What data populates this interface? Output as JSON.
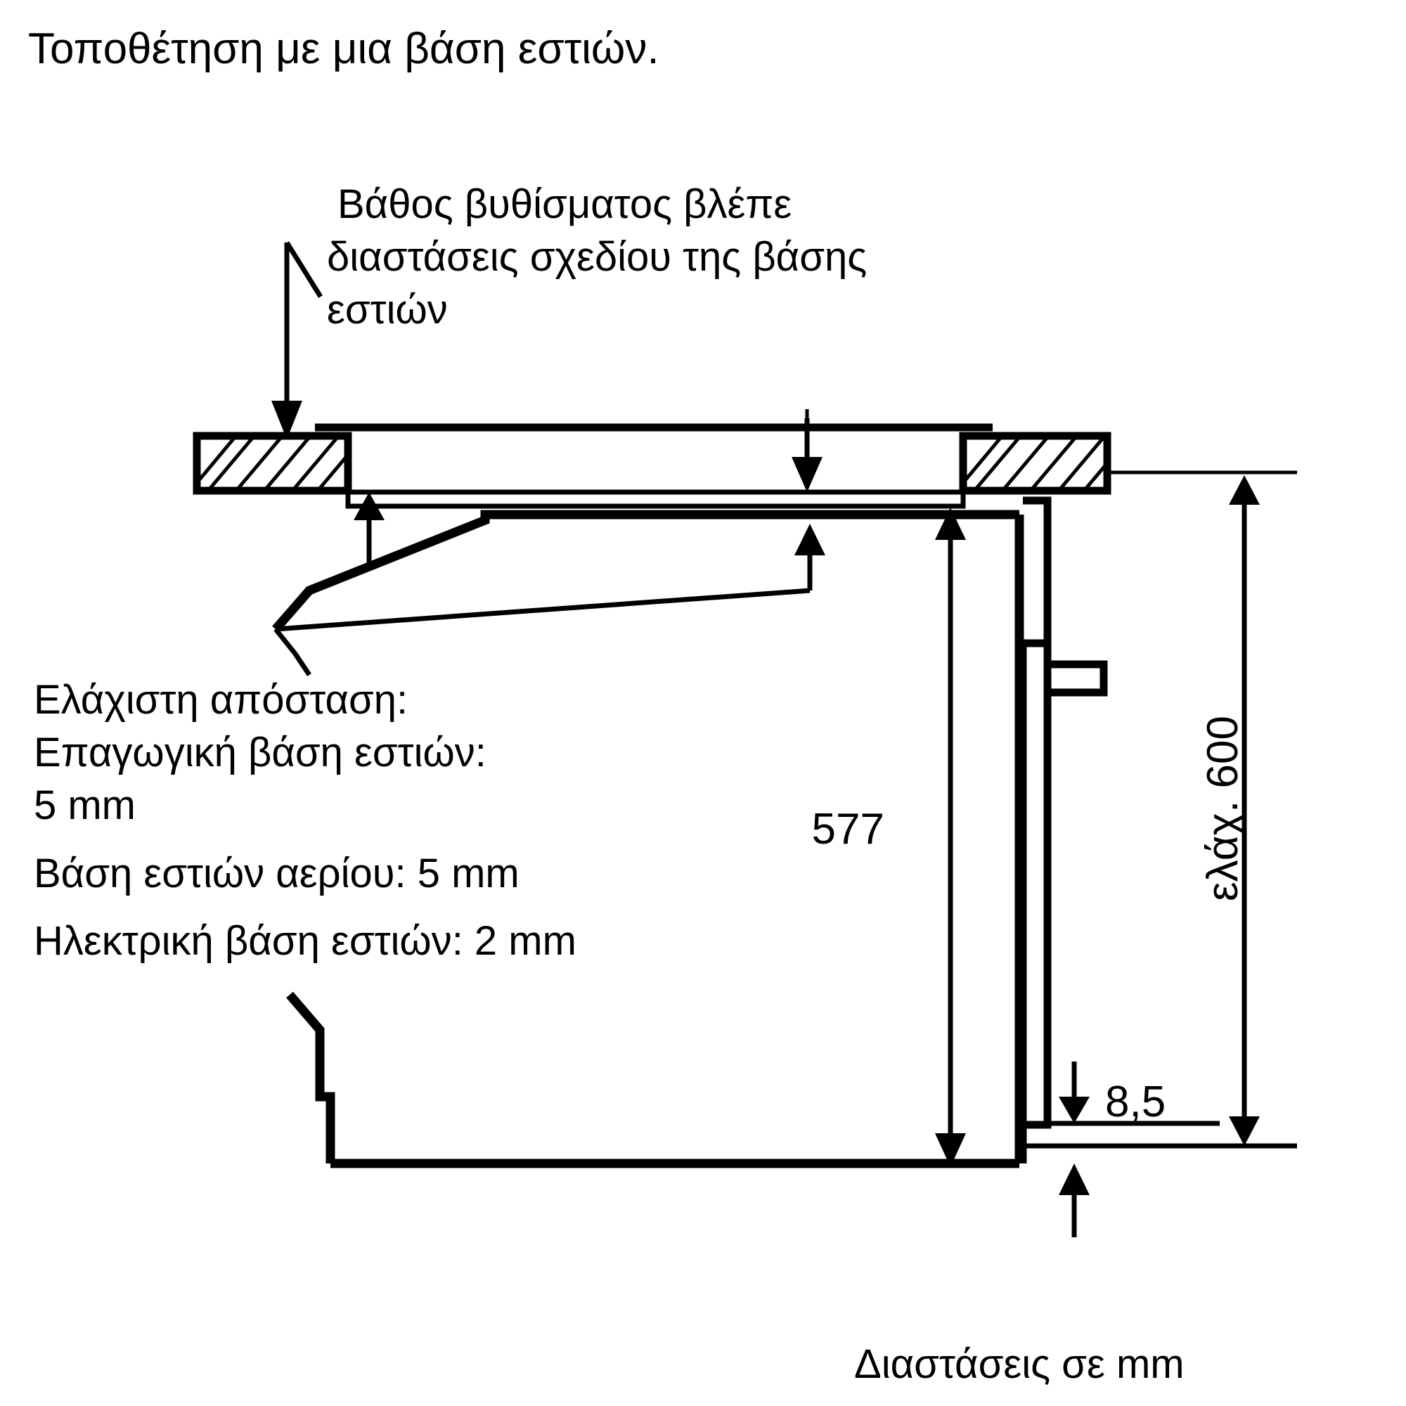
{
  "document": {
    "title": "Τοποθέτηση με μια βάση εστιών.",
    "footer": "Διαστάσεις σε mm"
  },
  "annotations": {
    "hob_depth_note": {
      "line1": "Βάθος βυθίσματος βλέπε",
      "line2": "διαστάσεις σχεδίου της βάσης",
      "line3": "εστιών"
    },
    "min_distance_note": {
      "line1": "Ελάχιστη απόσταση:",
      "line2": "Επαγωγική βάση εστιών:",
      "line3": "5 mm",
      "line4": "Βάση εστιών αερίου: 5 mm",
      "line5": "Ηλεκτρική βάση εστιών: 2 mm"
    }
  },
  "dimensions": {
    "oven_height": "577",
    "min_niche_height": "ελάχ. 600",
    "bottom_gap": "8,5"
  },
  "colors": {
    "ink": "#000000",
    "paper": "#ffffff"
  },
  "chart_data": {
    "type": "diagram",
    "title": "Τοποθέτηση με μια βάση εστιών.",
    "units": "mm",
    "labels": [
      "577",
      "ελάχ. 600",
      "8,5"
    ],
    "notes": [
      "Βάθος βυθίσματος βλέπε διαστάσεις σχεδίου της βάσης εστιών",
      "Ελάχιστη απόσταση: Επαγωγική βάση εστιών: 5 mm",
      "Βάση εστιών αερίου: 5 mm",
      "Ηλεκτρική βάση εστιών: 2 mm"
    ]
  }
}
